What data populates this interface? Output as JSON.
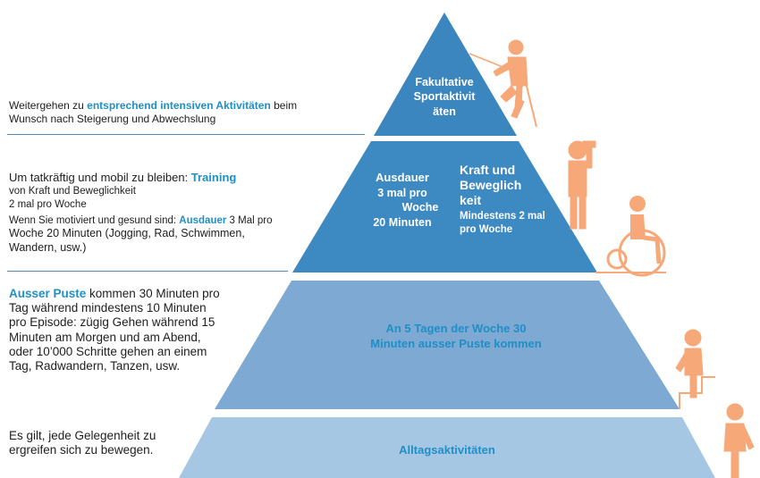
{
  "colors": {
    "level1": "#3b86bf",
    "level2": "#3d8ac3",
    "level3": "#7ea9d3",
    "level4": "#a6c7e4",
    "highlight": "#1f8fc6",
    "figure": "#f6a878",
    "rule": "#5a86b0"
  },
  "pyramid": {
    "top": {
      "label": "Fakultative Sportaktivit äten"
    },
    "middle": {
      "left_label": "Ausdauer",
      "left_line2": "3 mal pro",
      "left_line3": "Woche",
      "left_line4": "20 Minuten",
      "right_title": "Kraft und Beweglich keit",
      "right_sub": "Mindestens 2 mal pro Woche"
    },
    "third": {
      "line1": "An 5 Tagen der Woche 30",
      "line2": "Minuten ausser Puste kommen"
    },
    "base": {
      "label": "Alltagsaktivitäten"
    }
  },
  "descriptions": {
    "d1": {
      "pre": "Weitergehen zu ",
      "hl": "entsprechend intensiven Aktivitäten",
      "post": " beim",
      "line2": "Wunsch nach Steigerung und Abwechslung"
    },
    "d2": {
      "pre": "Um tatkräftig und mobil zu bleiben: ",
      "hl": "Training",
      "line2": "von Kraft und Beweglichkeit",
      "line3": "2  mal pro Woche",
      "l4_pre": "Wenn Sie motiviert und gesund sind: ",
      "l4_hl": "Ausdauer",
      "l4_post": " 3  Mal pro",
      "line5": "Woche 20 Minuten (Jogging, Rad, Schwimmen,",
      "line6": "Wandern, usw.)"
    },
    "d3": {
      "hl": "Ausser Puste",
      "l1_post": " kommen 30 Minuten pro",
      "line2": "Tag während mindestens 10 Minuten",
      "line3": "pro Episode: zügig Gehen während 15",
      "line4": "Minuten am Morgen und am Abend,",
      "line5": "oder 10’000 Schritte gehen an einem",
      "line6": "Tag, Radwandern, Tanzen, usw."
    },
    "d4": {
      "line1": "Es gilt, jede Gelegenheit zu",
      "line2": "ergreifen sich zu bewegen."
    }
  },
  "figures": [
    "hiker-icon",
    "dumbbell-person-icon",
    "wheelchair-person-icon",
    "stair-climber-icon",
    "standing-person-icon"
  ]
}
